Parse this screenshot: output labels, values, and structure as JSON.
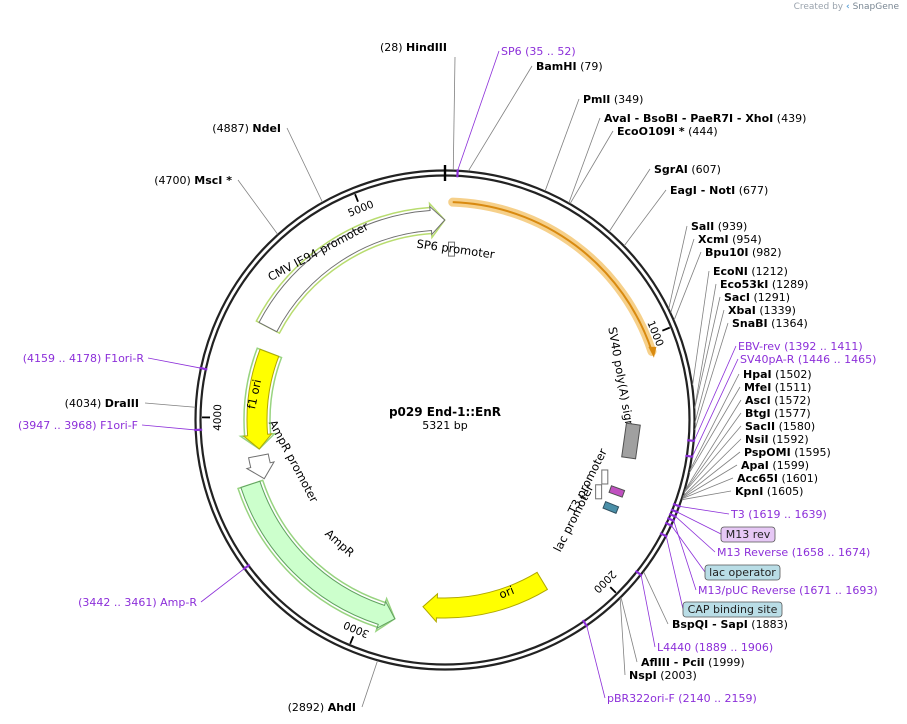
{
  "credit": {
    "prefix": "Created by",
    "brand": "SnapGene"
  },
  "map": {
    "name": "p029 End-1::EnR",
    "length_label": "5321 bp",
    "total_bp": 5321
  },
  "ruler_ticks": [
    {
      "label": "1000",
      "bp": 1000
    },
    {
      "label": "2000",
      "bp": 2000
    },
    {
      "label": "3000",
      "bp": 3000
    },
    {
      "label": "4000",
      "bp": 4000
    },
    {
      "label": "5000",
      "bp": 5000
    }
  ],
  "features": [
    {
      "id": "sv40",
      "label": "SV40 poly(A) signal",
      "start": 30,
      "end": 1085,
      "fill": "#f6a623",
      "outline": "#d98a10",
      "kind": "arrow",
      "dir": 1
    },
    {
      "id": "ori",
      "label": "ori",
      "start": 2200,
      "end": 2760,
      "fill": "#ffff00",
      "outline": "#b0a800",
      "kind": "arrow",
      "dir": 1
    },
    {
      "id": "ampr",
      "label": "AmpR",
      "start": 2870,
      "end": 3720,
      "fill": "#ccffcc",
      "outline": "#60a060",
      "kind": "arrow",
      "dir": -1
    },
    {
      "id": "ampr-promoter",
      "label": "AmpR promoter",
      "start": 3725,
      "end": 3830,
      "fill": "#ffffff",
      "outline": "#707070",
      "kind": "arrow",
      "dir": -1
    },
    {
      "id": "f1ori",
      "label": "f1 ori",
      "start": 3860,
      "end": 4300,
      "fill": "#ffff00",
      "outline": "#b0a800",
      "kind": "arrow",
      "dir": -1
    },
    {
      "id": "cmv",
      "label": "CMV IE94 promoter",
      "start": 4400,
      "end": 5320,
      "fill": "#ffffff",
      "outline": "#707070",
      "kind": "arrow",
      "dir": 1
    },
    {
      "id": "sp6-promoter",
      "label": "SP6 promoter",
      "start": 20,
      "end": 45,
      "fill": "#ffffff",
      "outline": "#707070",
      "kind": "box"
    },
    {
      "id": "t3-promoter",
      "label": "T3 promoter",
      "start": 1610,
      "end": 1640,
      "fill": "#ffffff",
      "outline": "#707070",
      "kind": "box"
    },
    {
      "id": "lac-promoter",
      "label": "lac promoter",
      "start": 1690,
      "end": 1720,
      "fill": "#ffffff",
      "outline": "#707070",
      "kind": "box"
    }
  ],
  "sites_right": [
    {
      "pos": "(28)",
      "name": "HindIII",
      "bp": 28
    },
    {
      "name": "BamHI",
      "pos": "(79)",
      "bp": 79
    },
    {
      "name": "PmlI",
      "pos": "(349)",
      "bp": 349
    },
    {
      "name": "AvaI  - BsoBI  - PaeR7I  - XhoI",
      "pos": "(439)",
      "bp": 439
    },
    {
      "name": "EcoO109I *",
      "pos": "(444)",
      "bp": 444
    },
    {
      "name": "SgrAI",
      "pos": "(607)",
      "bp": 607
    },
    {
      "name": "EagI  - NotI",
      "pos": "(677)",
      "bp": 677
    },
    {
      "name": "SalI",
      "pos": "(939)",
      "bp": 939
    },
    {
      "name": "XcmI",
      "pos": "(954)",
      "bp": 954
    },
    {
      "name": "Bpu10I",
      "pos": "(982)",
      "bp": 982
    },
    {
      "name": "EcoNI",
      "pos": "(1212)",
      "bp": 1212
    },
    {
      "name": "Eco53kI",
      "pos": "(1289)",
      "bp": 1289
    },
    {
      "name": "SacI",
      "pos": "(1291)",
      "bp": 1291
    },
    {
      "name": "XbaI",
      "pos": "(1339)",
      "bp": 1339
    },
    {
      "name": "SnaBI",
      "pos": "(1364)",
      "bp": 1364
    },
    {
      "name": "HpaI",
      "pos": "(1502)",
      "bp": 1502
    },
    {
      "name": "MfeI",
      "pos": "(1511)",
      "bp": 1511
    },
    {
      "name": "AscI",
      "pos": "(1572)",
      "bp": 1572
    },
    {
      "name": "BtgI",
      "pos": "(1577)",
      "bp": 1577
    },
    {
      "name": "SacII",
      "pos": "(1580)",
      "bp": 1580
    },
    {
      "name": "NsiI",
      "pos": "(1592)",
      "bp": 1592
    },
    {
      "name": "PspOMI",
      "pos": "(1595)",
      "bp": 1595
    },
    {
      "name": "ApaI",
      "pos": "(1599)",
      "bp": 1599
    },
    {
      "name": "Acc65I",
      "pos": "(1601)",
      "bp": 1601
    },
    {
      "name": "KpnI",
      "pos": "(1605)",
      "bp": 1605
    },
    {
      "name": "BspQI  - SapI",
      "pos": "(1883)",
      "bp": 1883
    },
    {
      "name": "AflIII  - PciI",
      "pos": "(1999)",
      "bp": 1999
    },
    {
      "name": "NspI",
      "pos": "(2003)",
      "bp": 2003
    }
  ],
  "sites_left": [
    {
      "pos": "(4887)",
      "name": "NdeI",
      "bp": 4887
    },
    {
      "pos": "(4700)",
      "name": "MscI *",
      "bp": 4700
    },
    {
      "pos": "(4034)",
      "name": "DraIII",
      "bp": 4034
    },
    {
      "pos": "(2892)",
      "name": "AhdI",
      "bp": 2892
    }
  ],
  "primers_right": [
    {
      "name": "SP6",
      "range": "(35 .. 52)",
      "bp": 43
    },
    {
      "name": "EBV-rev",
      "range": "(1392 .. 1411)",
      "bp": 1401
    },
    {
      "name": "SV40pA-R",
      "range": "(1446 .. 1465)",
      "bp": 1455
    },
    {
      "name": "T3",
      "range": "(1619 .. 1639)",
      "bp": 1629
    },
    {
      "name": "M13 Reverse",
      "range": "(1658 .. 1674)",
      "bp": 1666
    },
    {
      "name": "M13/pUC Reverse",
      "range": "(1671 .. 1693)",
      "bp": 1682
    },
    {
      "name": "L4440",
      "range": "(1889 .. 1906)",
      "bp": 1897
    },
    {
      "name": "pBR322ori-F",
      "range": "(2140 .. 2159)",
      "bp": 2150
    }
  ],
  "primers_left": [
    {
      "range": "(4159 .. 4178)",
      "name": "F1ori-R",
      "bp": 4168
    },
    {
      "range": "(3947 .. 3968)",
      "name": "F1ori-F",
      "bp": 3957
    },
    {
      "range": "(3442 .. 3461)",
      "name": "Amp-R",
      "bp": 3451
    }
  ],
  "boxed_labels": [
    {
      "text": "M13 rev",
      "fill": "#e6c8f5",
      "bp": 1650
    },
    {
      "text": "lac operator",
      "fill": "#b9dde6",
      "bp": 1700
    },
    {
      "text": "CAP binding site",
      "fill": "#b9dde6",
      "bp": 1740
    }
  ],
  "colors": {
    "primer": "#8c2fd9",
    "backbone": "#222222",
    "leader": "#808080"
  }
}
